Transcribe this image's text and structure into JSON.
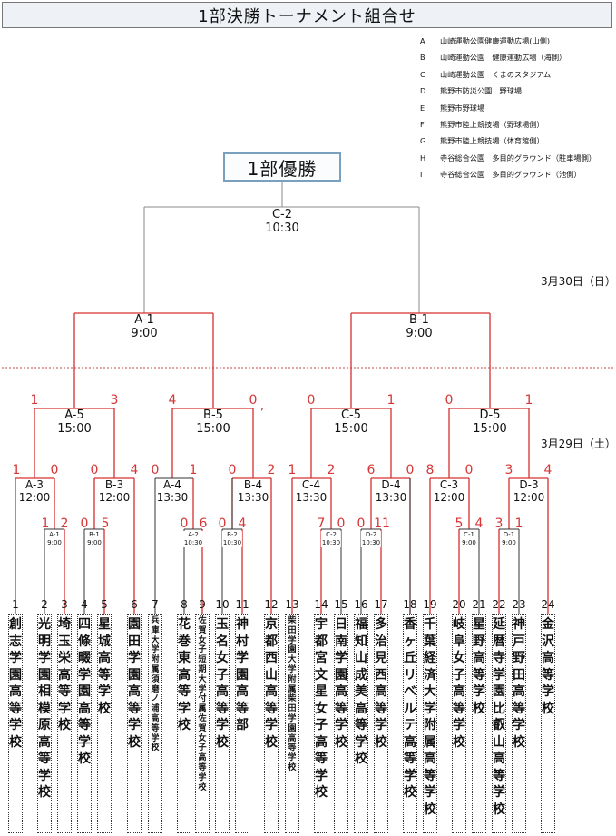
{
  "title": "1部決勝トーナメント組合せ",
  "champion": "1部優勝",
  "venues": [
    {
      "code": "A",
      "name": "山崎運動公園健康運動広場(山側)"
    },
    {
      "code": "B",
      "name": "山崎運動公園　健康運動広場（海側）"
    },
    {
      "code": "C",
      "name": "山崎運動公園　くまのスタジアム"
    },
    {
      "code": "D",
      "name": "熊野市防災公園　野球場"
    },
    {
      "code": "E",
      "name": "熊野市野球場"
    },
    {
      "code": "F",
      "name": "熊野市陸上競技場（野球場側）"
    },
    {
      "code": "G",
      "name": "熊野市陸上競技場（体育館側）"
    },
    {
      "code": "H",
      "name": "寺谷総合公園　多目的グラウンド（駐車場側）"
    },
    {
      "code": "I",
      "name": "寺谷総合公園　多目的グラウンド（池側）"
    }
  ],
  "dates": {
    "day1": "3月29日（土）",
    "day2": "3月30日（日）"
  },
  "matches": {
    "final": {
      "court": "C-2",
      "time": "10:30"
    },
    "sfA": {
      "court": "A-1",
      "time": "9:00"
    },
    "sfB": {
      "court": "B-1",
      "time": "9:00"
    },
    "qfA5": {
      "court": "A-5",
      "time": "15:00"
    },
    "qfB5": {
      "court": "B-5",
      "time": "15:00"
    },
    "qfC5": {
      "court": "C-5",
      "time": "15:00"
    },
    "qfD5": {
      "court": "D-5",
      "time": "15:00"
    },
    "r2A3": {
      "court": "A-3",
      "time": "12:00"
    },
    "r2B3": {
      "court": "B-3",
      "time": "12:00"
    },
    "r2A4": {
      "court": "A-4",
      "time": "13:30"
    },
    "r2B4": {
      "court": "B-4",
      "time": "13:30"
    },
    "r2C4": {
      "court": "C-4",
      "time": "13:30"
    },
    "r2D4": {
      "court": "D-4",
      "time": "13:30"
    },
    "r2C3": {
      "court": "C-3",
      "time": "12:00"
    },
    "r2D3": {
      "court": "D-3",
      "time": "12:00"
    },
    "r1A1": {
      "court": "A-1",
      "time": "9:00"
    },
    "r1B1": {
      "court": "B-1",
      "time": "9:00"
    },
    "r1A2": {
      "court": "A-2",
      "time": "10:30"
    },
    "r1B2": {
      "court": "B-2",
      "time": "10:30"
    },
    "r1C2": {
      "court": "C-2",
      "time": "10:30"
    },
    "r1D2": {
      "court": "D-2",
      "time": "10:30"
    },
    "r1C1": {
      "court": "C-1",
      "time": "9:00"
    },
    "r1D1": {
      "court": "D-1",
      "time": "9:00"
    }
  },
  "scores": {
    "qfA5": [
      "1",
      "3"
    ],
    "qfB5": [
      "4",
      "0"
    ],
    "qfC5": [
      "0",
      "1"
    ],
    "qfD5": [
      "0",
      "1"
    ],
    "r2A3": [
      "1",
      "0"
    ],
    "r2B3": [
      "0",
      "4"
    ],
    "r2A4": [
      "0",
      "1"
    ],
    "r2B4": [
      "0",
      "2"
    ],
    "r2C4": [
      "1",
      "2"
    ],
    "r2D4": [
      "6",
      "0"
    ],
    "r2C3": [
      "8",
      "0"
    ],
    "r2D3": [
      "3",
      "4"
    ],
    "r1A1": [
      "1",
      "2"
    ],
    "r1B1": [
      "0",
      "5"
    ],
    "r1A2": [
      "0",
      "6"
    ],
    "r1B2": [
      "0",
      "4"
    ],
    "r1C2": [
      "7",
      "0"
    ],
    "r1D2": [
      "0",
      "11"
    ],
    "r1C1": [
      "5",
      "4"
    ],
    "r1D1": [
      "3",
      "1"
    ]
  },
  "stray_mark": ",",
  "teams": [
    {
      "num": "1",
      "name": "創志学園高等学校"
    },
    {
      "num": "2",
      "name": "光明学園相模原高等学校"
    },
    {
      "num": "3",
      "name": "埼玉栄高等学校"
    },
    {
      "num": "4",
      "name": "四條畷学園高等学校"
    },
    {
      "num": "5",
      "name": "星城高等学校"
    },
    {
      "num": "6",
      "name": "園田学園高等学校"
    },
    {
      "num": "7",
      "name": "兵庫大学附属須磨ノ浦高等学校"
    },
    {
      "num": "8",
      "name": "花巻東高等学校"
    },
    {
      "num": "9",
      "name": "佐賀女子短期大学付属佐賀女子高等学校"
    },
    {
      "num": "10",
      "name": "玉名女子高等学校"
    },
    {
      "num": "11",
      "name": "神村学園高等部"
    },
    {
      "num": "12",
      "name": "京都西山高等学校"
    },
    {
      "num": "13",
      "name": "柴田学園大学附属柴田学園高等学校"
    },
    {
      "num": "14",
      "name": "宇都宮文星女子高等学校"
    },
    {
      "num": "15",
      "name": "日南学園高等学校"
    },
    {
      "num": "16",
      "name": "福知山成美高等学校"
    },
    {
      "num": "17",
      "name": "多治見西高等学校"
    },
    {
      "num": "18",
      "name": "香ヶ丘リベルテ高等学校"
    },
    {
      "num": "19",
      "name": "千葉経済大学附属高等学校"
    },
    {
      "num": "20",
      "name": "岐阜女子高等学校"
    },
    {
      "num": "21",
      "name": "星野高等学校"
    },
    {
      "num": "22",
      "name": "延暦寺学園比叡山高等学校"
    },
    {
      "num": "23",
      "name": "神戸野田高等学校"
    },
    {
      "num": "24",
      "name": "金沢高等学校"
    }
  ]
}
